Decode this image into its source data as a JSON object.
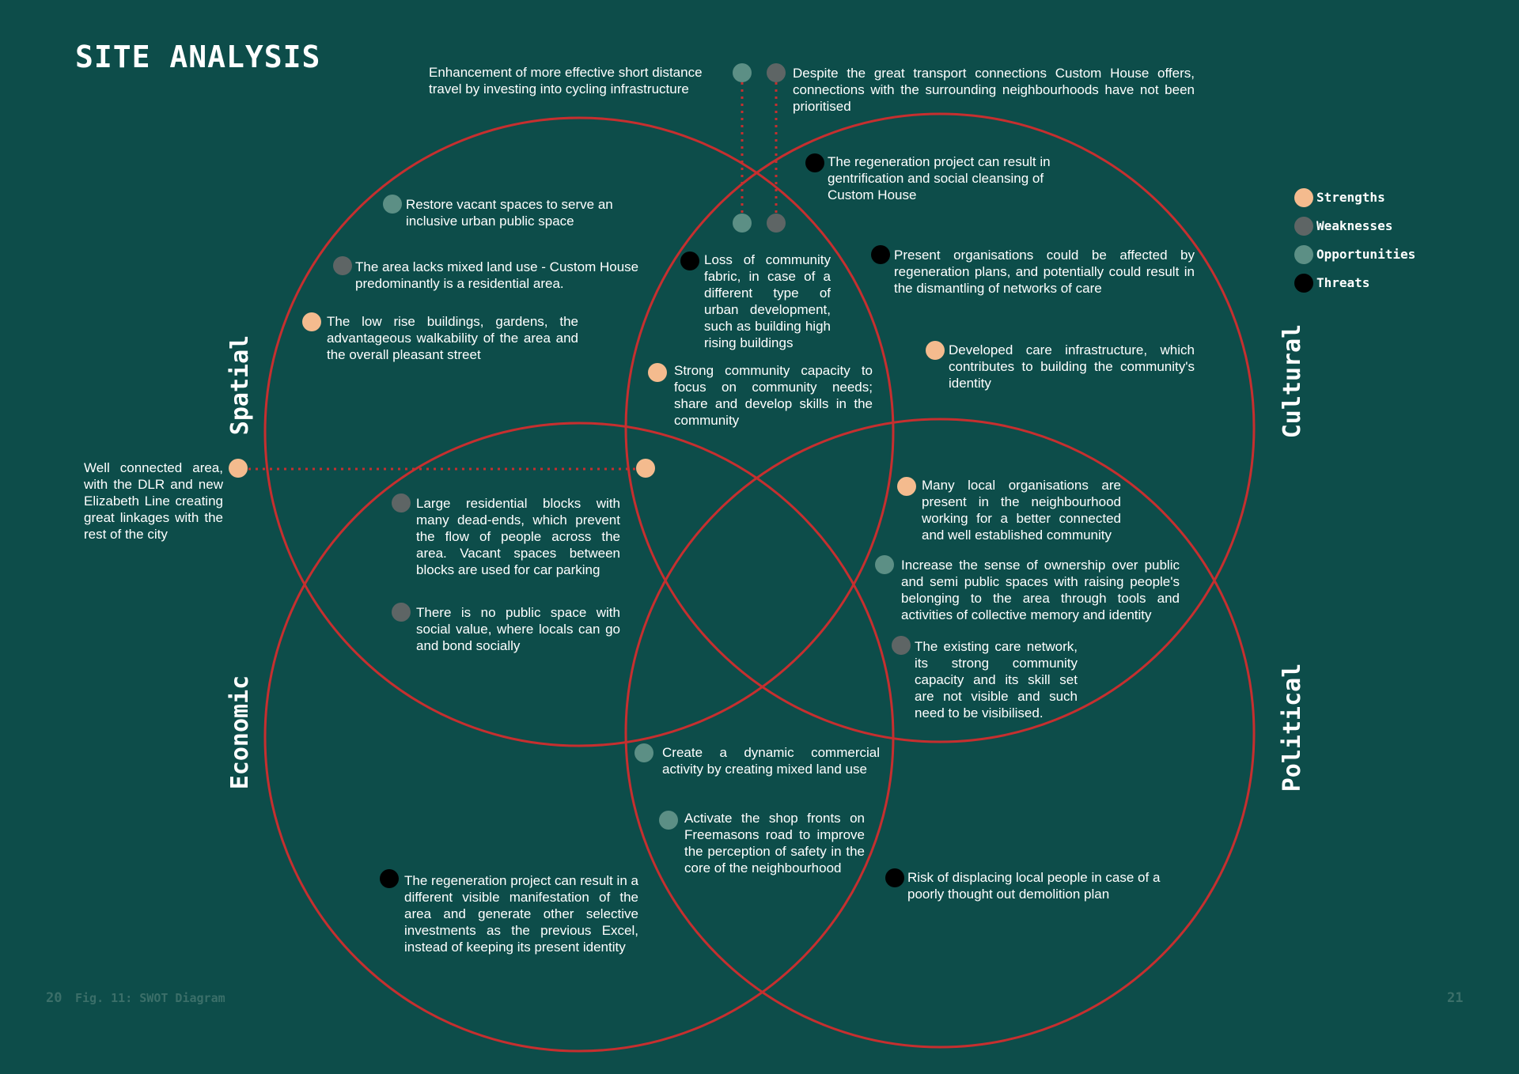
{
  "title": "SITE ANALYSIS",
  "colors": {
    "background": "#0d4d4a",
    "circle_stroke": "#c62f2f",
    "strengths": "#f4bb8e",
    "weaknesses": "#5e6565",
    "opportunities": "#5c8f85",
    "threats": "#000000"
  },
  "axes": {
    "spatial": "Spatial",
    "economic": "Economic",
    "cultural": "Cultural",
    "political": "Political"
  },
  "legend": [
    {
      "label": "Strengths",
      "category": "strength"
    },
    {
      "label": "Weaknesses",
      "category": "weakness"
    },
    {
      "label": "Opportunities",
      "category": "opportunity"
    },
    {
      "label": "Threats",
      "category": "threat"
    }
  ],
  "notes": {
    "cycling": "Enhancement of more effective short distance travel by investing into cycling infrastructure",
    "transport": "Despite the great transport connections Custom House offers, connections with the surrounding neighbourhoods have not been prioritised",
    "gentrification": "The regeneration project can result in gentrification and social cleansing of Custom House",
    "restore_vacant": "Restore vacant spaces to serve an inclusive urban public space",
    "mixed_land_use": "The area lacks mixed land use - Custom House predominantly is a residential area.",
    "low_rise": "The low rise buildings, gardens, the advantageous walkability of the area and the overall pleasant street",
    "loss_fabric": "Loss of community fabric, in case of a different type of urban development, such as building high rising buildings",
    "organisations_affected": "Present organisations could be affected by regeneration plans, and potentially could result in the dismantling of networks of care",
    "developed_care": "Developed care infrastructure, which contributes to building the community's identity",
    "community_capacity": "Strong community capacity to focus on community needs; share and develop skills in the community",
    "well_connected": "Well connected area, with the DLR and new Elizabeth Line creating great linkages with the rest of the city",
    "large_blocks": "Large residential blocks with many dead-ends, which prevent the flow of people across the area. Vacant spaces between blocks are used for car parking",
    "no_public_space": "There is no public space with social value, where locals can go and bond socially",
    "local_orgs": "Many local organisations are present in the neighbourhood working for a better connected and well established community",
    "ownership": "Increase the sense of ownership over public and semi public spaces with raising people's belonging to the area through tools and activities of collective memory and identity",
    "care_network": "The existing care network, its strong community capacity and its skill set are not visible and such need to be visibilised.",
    "commercial": "Create a dynamic commercial activity by creating mixed land use",
    "shop_fronts": "Activate the shop fronts on Freemasons road to improve the perception of safety in the core of the neighbourhood",
    "visible_manifestation": "The regeneration project can result in a different visible manifestation of the area and generate other selective investments as the previous Excel, instead of keeping its present identity",
    "displacing": "Risk of displacing local people in case of a poorly thought out demolition plan"
  },
  "footer": {
    "page_left": "20",
    "caption": "Fig. 11: SWOT Diagram",
    "page_right": "21"
  }
}
